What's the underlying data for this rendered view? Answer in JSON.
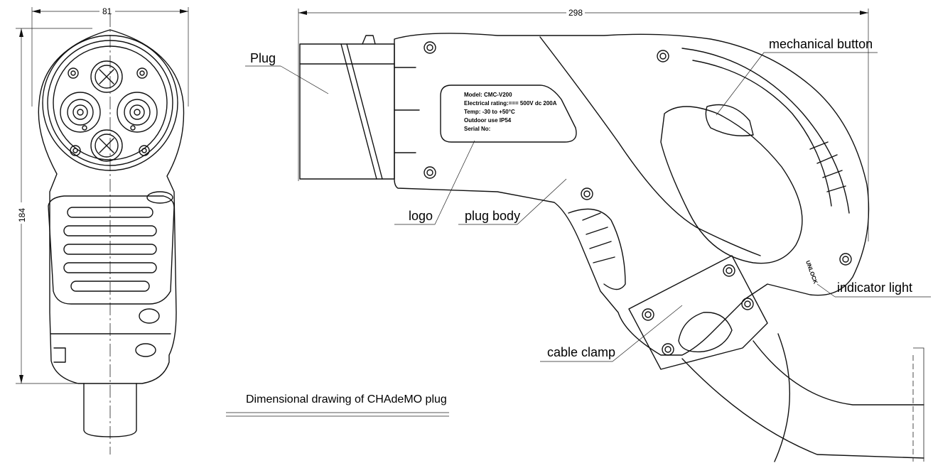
{
  "dimensions": {
    "front_width": "81",
    "front_height": "184",
    "side_length": "298"
  },
  "labels": {
    "plug": "Plug",
    "logo": "logo",
    "plug_body": "plug body",
    "mechanical_button": "mechanical button",
    "indicator_light": "indicator light",
    "cable_clamp": "cable clamp",
    "caption": "Dimensional drawing of CHAdeMO plug"
  },
  "nameplate": [
    "Model: CMC-V200",
    "Electrical rating:=== 500V dc 200A",
    "Temp: -30 to +50°C",
    "Outdoor use IP54",
    "Serial No:"
  ],
  "unlock_text": "UNLOCK"
}
